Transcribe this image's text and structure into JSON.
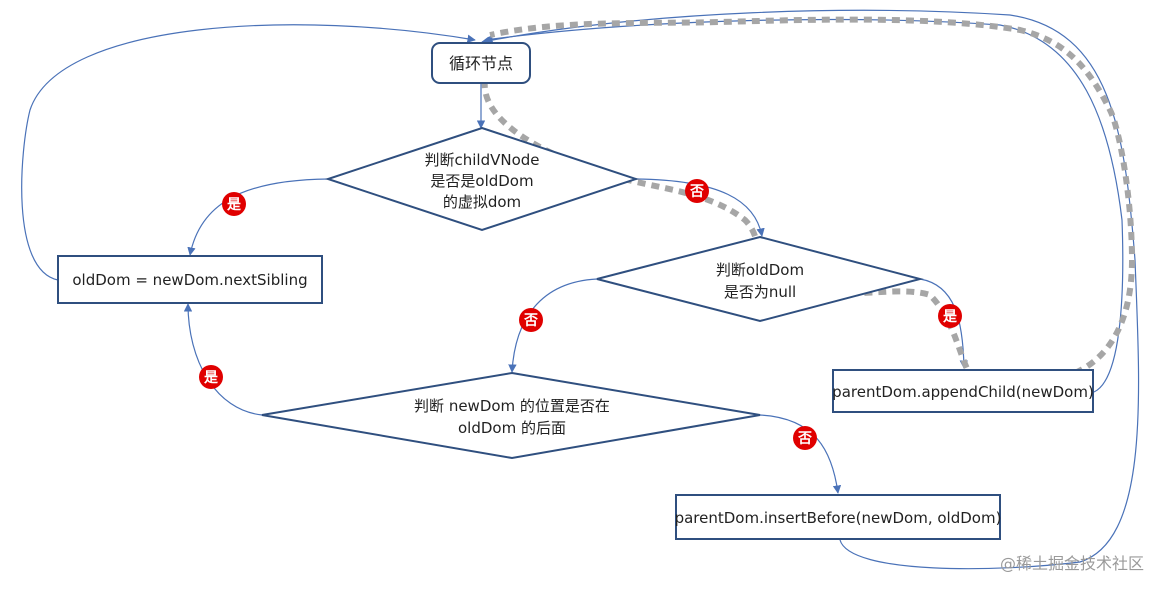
{
  "nodes": {
    "loop": "循环节点",
    "check_child_line1": "判断childVNode",
    "check_child_line2": "是否是oldDom",
    "check_child_line3": "的虚拟dom",
    "old_dom_next": "oldDom = newDom.nextSibling",
    "check_null_line1": "判断oldDom",
    "check_null_line2": "是否为null",
    "append_child": "parentDom.appendChild(newDom)",
    "check_pos_line1": "判断 newDom 的位置是否在",
    "check_pos_line2": "oldDom 的后面",
    "insert_before": "parentDom.insertBefore(newDom, oldDom)"
  },
  "labels": {
    "yes": "是",
    "no": "否"
  },
  "colors": {
    "line": "#4a72b8",
    "box_border": "#2f4f7f",
    "badge": "#e00000",
    "dashed_path": "#a6a6a6"
  },
  "watermark": "@稀土掘金技术社区"
}
